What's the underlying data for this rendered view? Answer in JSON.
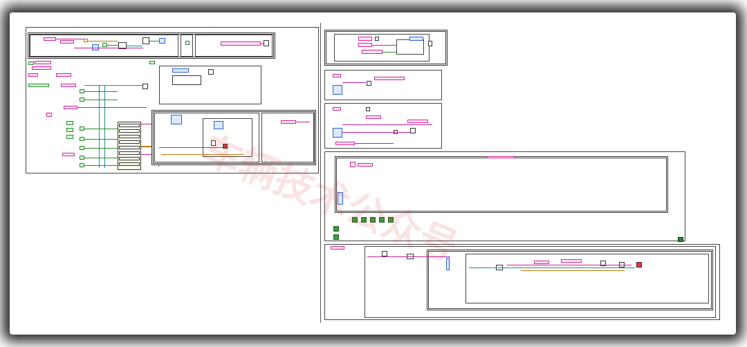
{
  "diagram": {
    "left_panel": "block-diagram-left",
    "right_panel": "block-diagram-right"
  },
  "watermark": {
    "text": "车辆技术公众号"
  },
  "colors": {
    "wire_string": "#c21f9a",
    "wire_boolean": "#2a8a2a",
    "wire_numeric": "#c77700",
    "wire_reference": "#1c8c8c",
    "frame_border": "#444444",
    "vignette": "#000000"
  },
  "icons": {
    "subvi": "subvi-icon",
    "property_node": "property-node-icon",
    "boolean_terminal": "boolean-terminal-icon",
    "string_constant": "string-constant-icon"
  }
}
